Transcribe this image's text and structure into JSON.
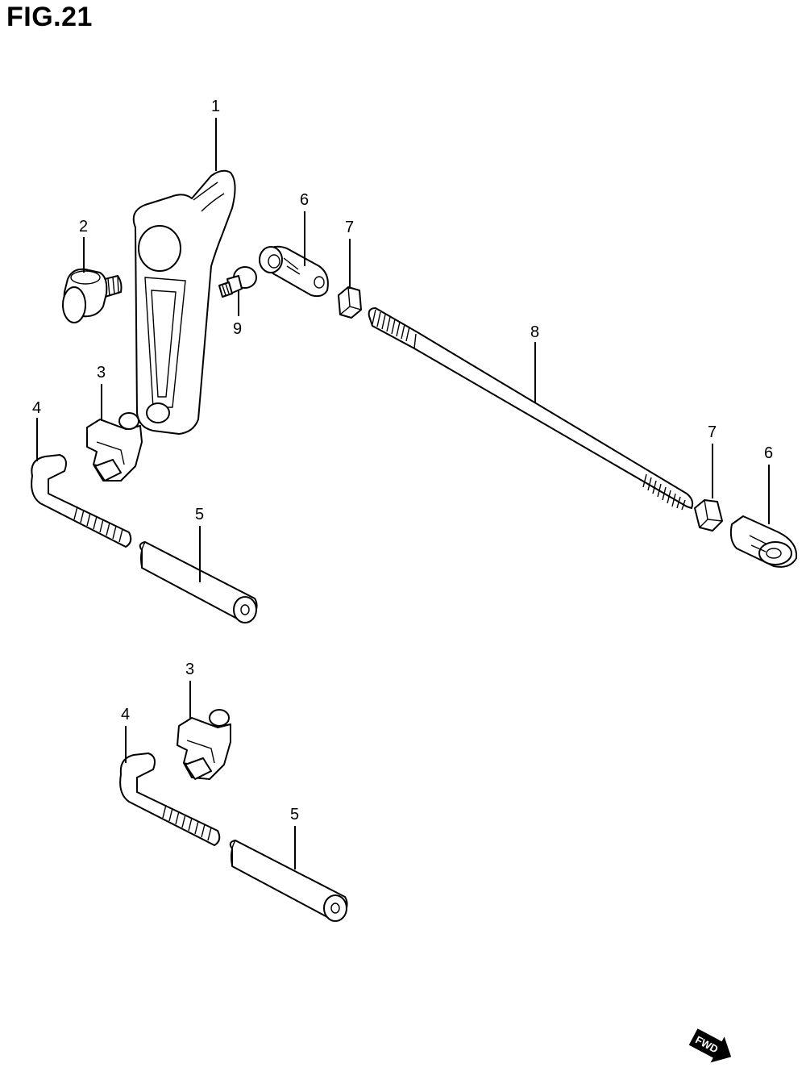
{
  "figure": {
    "title": "FIG.21"
  },
  "callouts": {
    "c1": "1",
    "c2": "2",
    "c3a": "3",
    "c4a": "4",
    "c5a": "5",
    "c6a": "6",
    "c7a": "7",
    "c8": "8",
    "c9": "9",
    "c7b": "7",
    "c6b": "6",
    "c3b": "3",
    "c4b": "4",
    "c5b": "5"
  },
  "direction_badge": {
    "label": "FWD",
    "color": "#000000"
  }
}
